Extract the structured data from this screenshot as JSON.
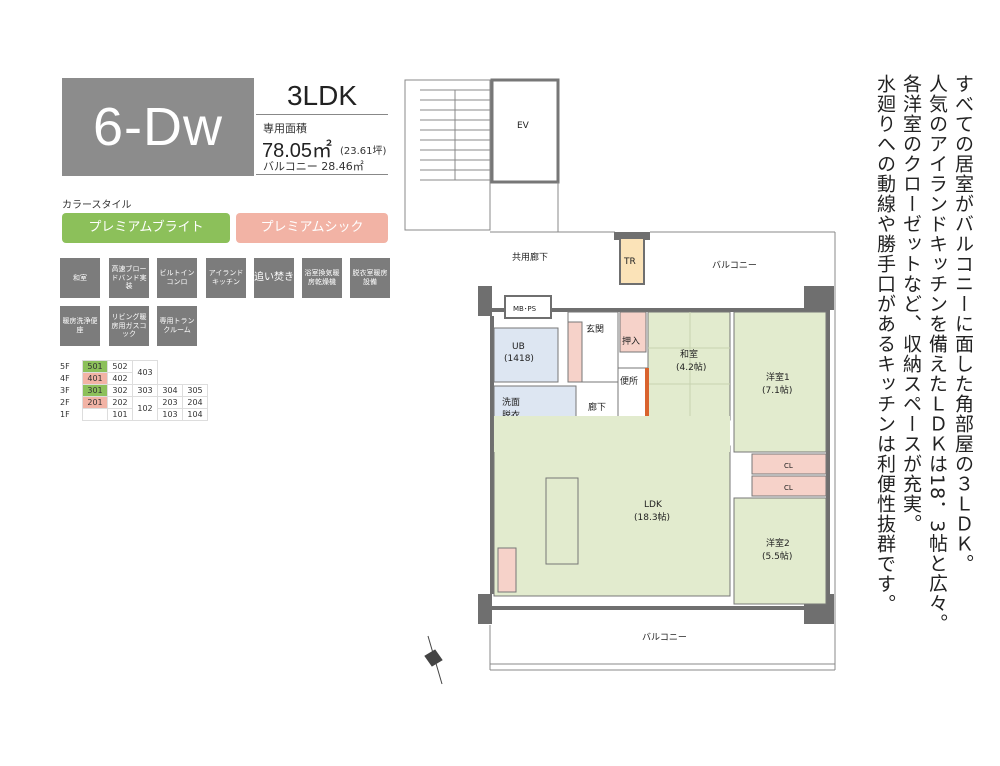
{
  "unit": {
    "type_name": "6-Dw",
    "layout": "3LDK",
    "area_label": "専用面積",
    "area_value": "78.05㎡",
    "area_tsubo": "(23.61坪)",
    "balcony_area": "バルコニー 28.46㎡"
  },
  "color_style": {
    "label": "カラースタイル",
    "bright": "プレミアムブライト",
    "chic": "プレミアムシック",
    "bright_color": "#8cc05a",
    "chic_color": "#f2b3a5"
  },
  "features": [
    "和室",
    "高速ブロードバンド実装",
    "ビルトインコンロ",
    "アイランドキッチン",
    "追い焚き",
    "浴室換気暖房乾燥機",
    "脱衣室暖房設備",
    "暖房洗浄便座",
    "リビング暖房用ガスコック",
    "専用トランクルーム"
  ],
  "floors": [
    {
      "floor": "5F",
      "units": [
        "501",
        "502",
        "403"
      ]
    },
    {
      "floor": "4F",
      "units": [
        "401",
        "402"
      ]
    },
    {
      "floor": "3F",
      "units": [
        "301",
        "302",
        "303",
        "304",
        "305"
      ]
    },
    {
      "floor": "2F",
      "units": [
        "201",
        "202",
        "102",
        "203",
        "204"
      ]
    },
    {
      "floor": "1F",
      "units": [
        "101",
        "103",
        "104"
      ]
    }
  ],
  "highlight_green": "#8cc05a",
  "highlight_pink": "#f2b3a5",
  "description": [
    "すべての居室がバルコニーに面した角部屋の３ＬＤＫ。",
    "人気のアイランドキッチンを備えたＬＤＫは18．3帖と広々。",
    "各洋室のクローゼットなど、収納スペースが充実。",
    "水廻りへの動線や勝手口があるキッチンは利便性抜群です。"
  ],
  "plan": {
    "ev": "EV",
    "common_hall": "共用廊下",
    "tr": "TR",
    "balcony_top": "バルコニー",
    "mbps": "MB･PS",
    "ub": "UB",
    "ub_size": "(1418)",
    "genkan": "玄関",
    "oshiire": "押入",
    "washitsu": "和室",
    "washitsu_size": "(4.2帖)",
    "yoshitsu1": "洋室1",
    "yoshitsu1_size": "(7.1帖)",
    "benjo": "便所",
    "senmen": "洗面",
    "datsui": "脱衣",
    "roka": "廊下",
    "cl1": "CL",
    "cl2": "CL",
    "ldk": "LDK",
    "ldk_size": "(18.3帖)",
    "yoshitsu2": "洋室2",
    "yoshitsu2_size": "(5.5帖)",
    "balcony_bottom": "バルコニー"
  }
}
